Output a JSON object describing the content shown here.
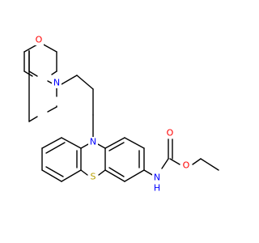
{
  "molecule": {
    "atoms": [
      {
        "id": "O_morph",
        "label": "O",
        "color": "#ff0000"
      },
      {
        "id": "N_morph",
        "label": "N",
        "color": "#0000ff"
      },
      {
        "id": "N_ring",
        "label": "N",
        "color": "#0000ff"
      },
      {
        "id": "S_ring",
        "label": "S",
        "color": "#b8a000"
      },
      {
        "id": "N_amide",
        "label": "N",
        "color": "#0000ff"
      },
      {
        "id": "H_amide",
        "label": "H",
        "color": "#0000ff"
      },
      {
        "id": "O_carbonyl",
        "label": "O",
        "color": "#ff0000"
      },
      {
        "id": "O_ester",
        "label": "O",
        "color": "#ff0000"
      }
    ]
  }
}
